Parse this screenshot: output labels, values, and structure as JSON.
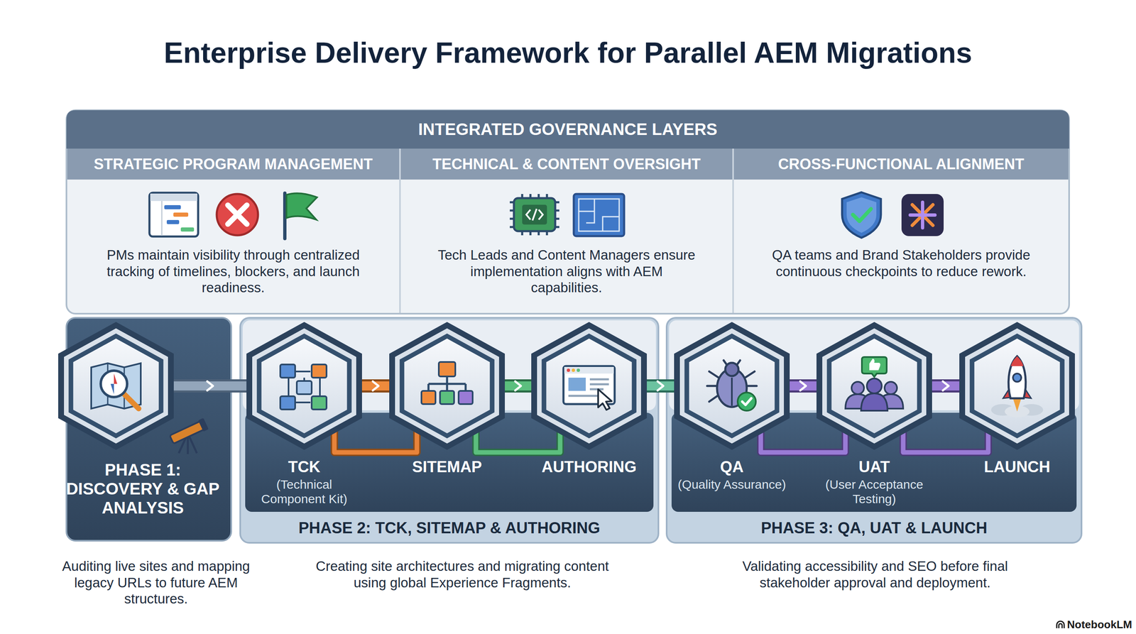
{
  "diagram": {
    "title": "Enterprise Delivery Framework for Parallel AEM Migrations",
    "nodes": [
      {
        "text": [
          "INTEGRATED GOVERNANCE LAYERS"
        ]
      },
      {
        "text": [
          "STRATEGIC PROGRAM MANAGEMENT",
          "PMs maintain visibility through centralized tracking of timelines, blockers, and launch readiness."
        ],
        "in": 0
      },
      {
        "text": [
          "TECHNICAL & CONTENT OVERSIGHT",
          "Tech Leads and Content Managers ensure implementation aligns with AEM capabilities."
        ],
        "in": 0
      },
      {
        "text": [
          "CROSS-FUNCTIONAL ALIGNMENT",
          "QA teams and Brand Stakeholders provide continuous checkpoints to reduce rework."
        ],
        "in": 0
      },
      {
        "text": [
          "PHASE 1: DISCOVERY & GAP ANALYSIS"
        ]
      },
      {
        "text": [
          "PHASE 2: TCK, SITEMAP & AUTHORING"
        ]
      },
      {
        "text": [
          "TCK",
          "(Technical Component Kit)"
        ],
        "in": 5
      },
      {
        "text": [
          "SITEMAP"
        ],
        "in": 5
      },
      {
        "text": [
          "AUTHORING"
        ],
        "in": 5
      },
      {
        "text": [
          "PHASE 3: QA, UAT & LAUNCH"
        ]
      },
      {
        "text": [
          "QA",
          "(Quality Assurance)"
        ],
        "in": 9
      },
      {
        "text": [
          "UAT",
          "(User Acceptance Testing)"
        ],
        "in": 9
      },
      {
        "text": [
          "LAUNCH"
        ],
        "in": 9
      }
    ],
    "edges": [
      {
        "from": 4,
        "to": 6,
        "arrow": "to"
      },
      {
        "from": 6,
        "to": 7,
        "arrow": "to"
      },
      {
        "from": 7,
        "to": 8,
        "arrow": "to"
      },
      {
        "from": 8,
        "to": 10,
        "arrow": "to"
      },
      {
        "from": 10,
        "to": 11,
        "arrow": "to"
      },
      {
        "from": 11,
        "to": 12,
        "arrow": "to"
      }
    ],
    "labels": [
      "Auditing live sites and mapping legacy URLs to future AEM structures.",
      "Creating site architectures and migrating content using global Experience Fragments.",
      "Validating accessibility and SEO before final stakeholder approval and deployment.",
      "NotebookLM"
    ]
  }
}
